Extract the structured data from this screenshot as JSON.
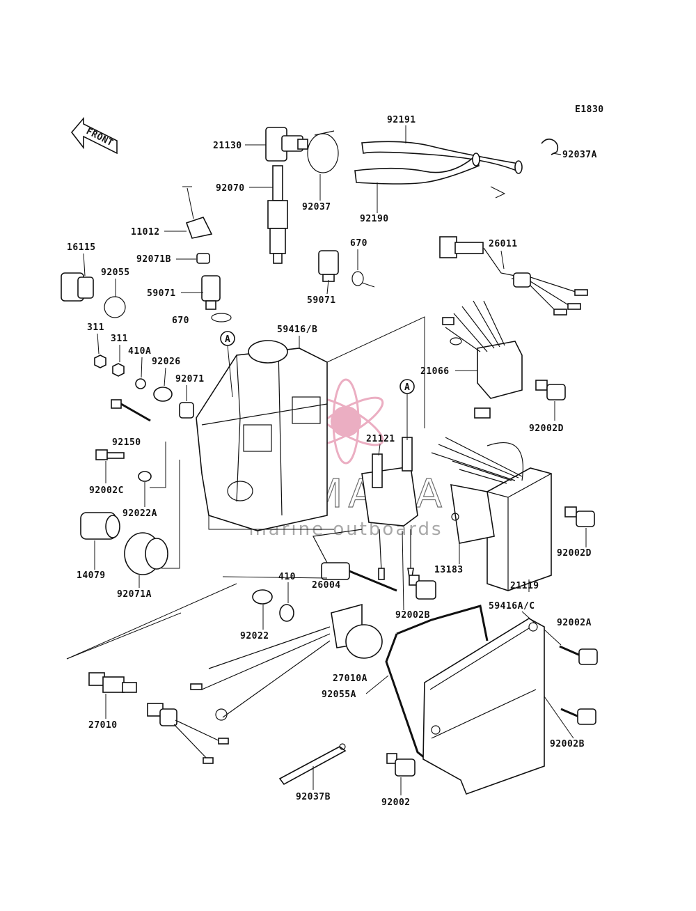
{
  "diagram_code": "E1830",
  "front_label": "FRONT",
  "marker_label": "A",
  "watermark": {
    "brand": "ARMADA",
    "tagline": "marine outboards",
    "color": "#e8a0b8"
  },
  "part_numbers": [
    "21130",
    "92037",
    "92191",
    "92190",
    "92037A",
    "11012",
    "92070",
    "16115",
    "92055",
    "92071B",
    "59071",
    "670",
    "670",
    "59071",
    "26011",
    "311",
    "311",
    "410A",
    "92026",
    "92071",
    "59416/B",
    "21066",
    "92002D",
    "92150",
    "92002C",
    "92022A",
    "21121",
    "14079",
    "92071A",
    "13183",
    "21119",
    "92002D",
    "26004",
    "410",
    "92002B",
    "92022",
    "59416A/C",
    "92002A",
    "27010A",
    "92055A",
    "27010",
    "92002B",
    "92037B",
    "92002"
  ]
}
